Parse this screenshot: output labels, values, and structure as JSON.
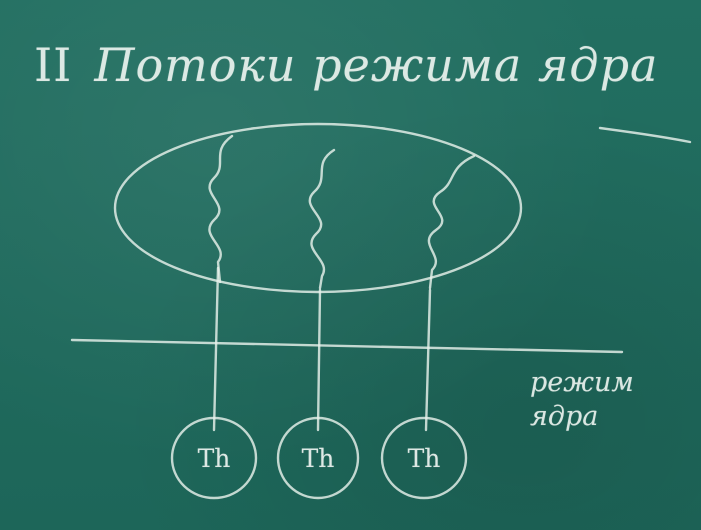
{
  "title": {
    "numeral": "II",
    "text": "Потоки режима ядра"
  },
  "side_label": {
    "line1": "режим",
    "line2": "ядра"
  },
  "threads": [
    {
      "label": "Th"
    },
    {
      "label": "Th"
    },
    {
      "label": "Th"
    }
  ],
  "colors": {
    "board": "#1f6b5e",
    "chalk": "#e6efe9"
  }
}
